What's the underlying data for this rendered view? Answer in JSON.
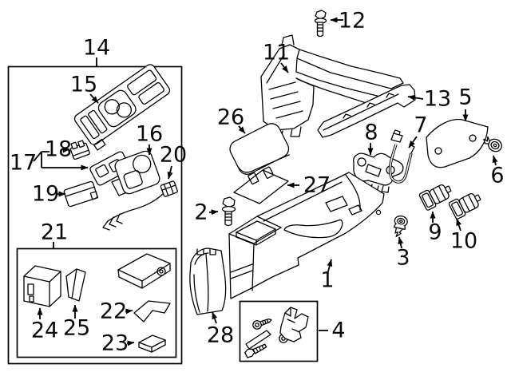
{
  "diagram": {
    "type": "exploded-parts-diagram",
    "colors": {
      "background": "#ffffff",
      "line": "#000000",
      "label": "#0a0a0a"
    },
    "callouts": {
      "c1": "1",
      "c2": "2",
      "c3": "3",
      "c4": "4",
      "c5": "5",
      "c6": "6",
      "c7": "7",
      "c8": "8",
      "c9": "9",
      "c10": "10",
      "c11": "11",
      "c12": "12",
      "c13": "13",
      "c14": "14",
      "c15": "15",
      "c16": "16",
      "c17": "17",
      "c18": "18",
      "c19": "19",
      "c20": "20",
      "c21": "21",
      "c22": "22",
      "c23": "23",
      "c24": "24",
      "c25": "25",
      "c26": "26",
      "c27": "27",
      "c28": "28"
    }
  }
}
